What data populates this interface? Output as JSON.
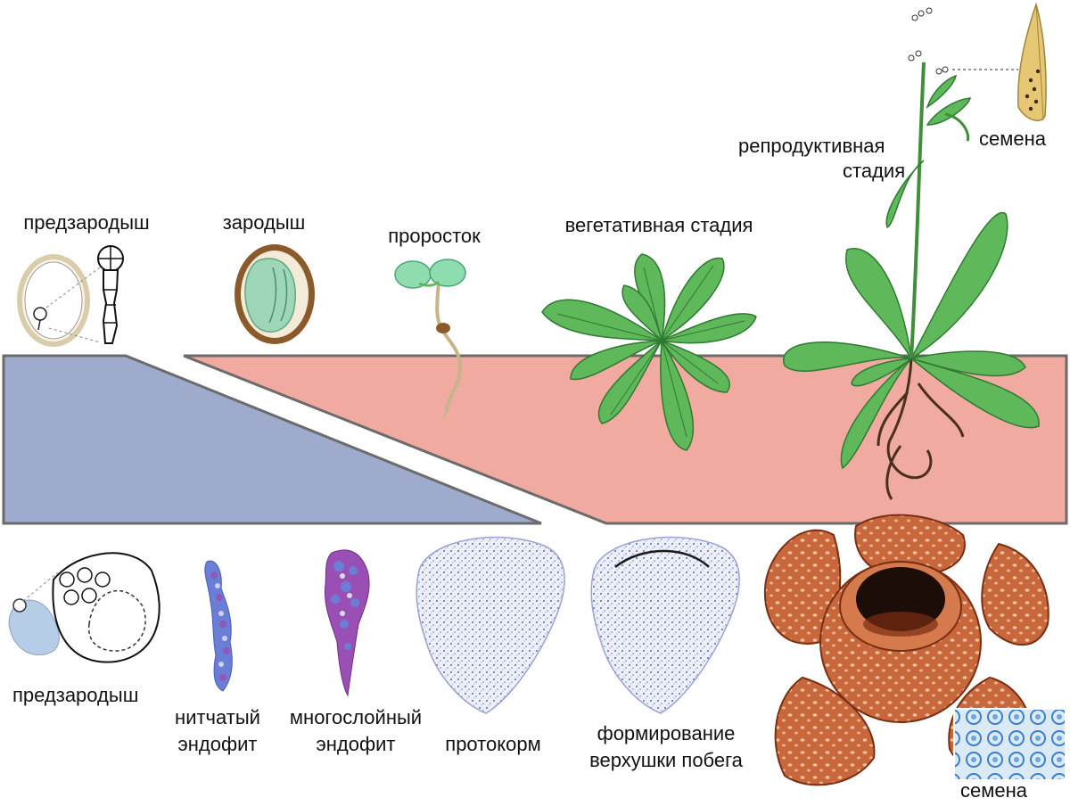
{
  "colors": {
    "embryo_band": "#9fabcd",
    "seedling_band": "#f1aaa0",
    "band_outline": "#6b6b6b",
    "leaf": "#5fb85a",
    "leaf_dark": "#2f7a32",
    "flower": "#c9673c",
    "flower_dark": "#7a2e12",
    "stain_blue": "#6a7ed6",
    "stain_purple": "#9a4fb5",
    "seed_coat": "#8a5a2a",
    "embryo_green": "#9ed6b7"
  },
  "top": {
    "labels": {
      "proembryo": "предзародыш",
      "embryo": "зародыш",
      "seedling": "проросток",
      "vegetative": "вегетативная стадия",
      "reproductive_line1": "репродуктивная",
      "reproductive_line2": "стадия",
      "seeds": "семена"
    }
  },
  "bottom": {
    "labels": {
      "proembryo": "предзародыш",
      "filamentous_line1": "нитчатый",
      "filamentous_line2": "эндофит",
      "multilayer_line1": "многослойный",
      "multilayer_line2": "эндофит",
      "protocorm": "протокорм",
      "shoot_line1": "формирование",
      "shoot_line2": "верхушки побега",
      "seeds": "семена"
    }
  },
  "icons": {
    "proembryo_top": "ovule-proembryo-icon",
    "embryo": "seed-embryo-icon",
    "seedling": "seedling-icon",
    "rosette": "rosette-plant-icon",
    "flowering_plant": "flowering-plant-icon",
    "silique": "silique-seeds-icon",
    "proembryo_bottom": "host-cell-proembryo-icon",
    "filamentous": "filamentous-endophyte-icon",
    "multilayer": "multilayer-endophyte-icon",
    "protocorm": "protocorm-icon",
    "shoot_apex": "shoot-apex-icon",
    "rafflesia": "rafflesia-flower-icon"
  }
}
